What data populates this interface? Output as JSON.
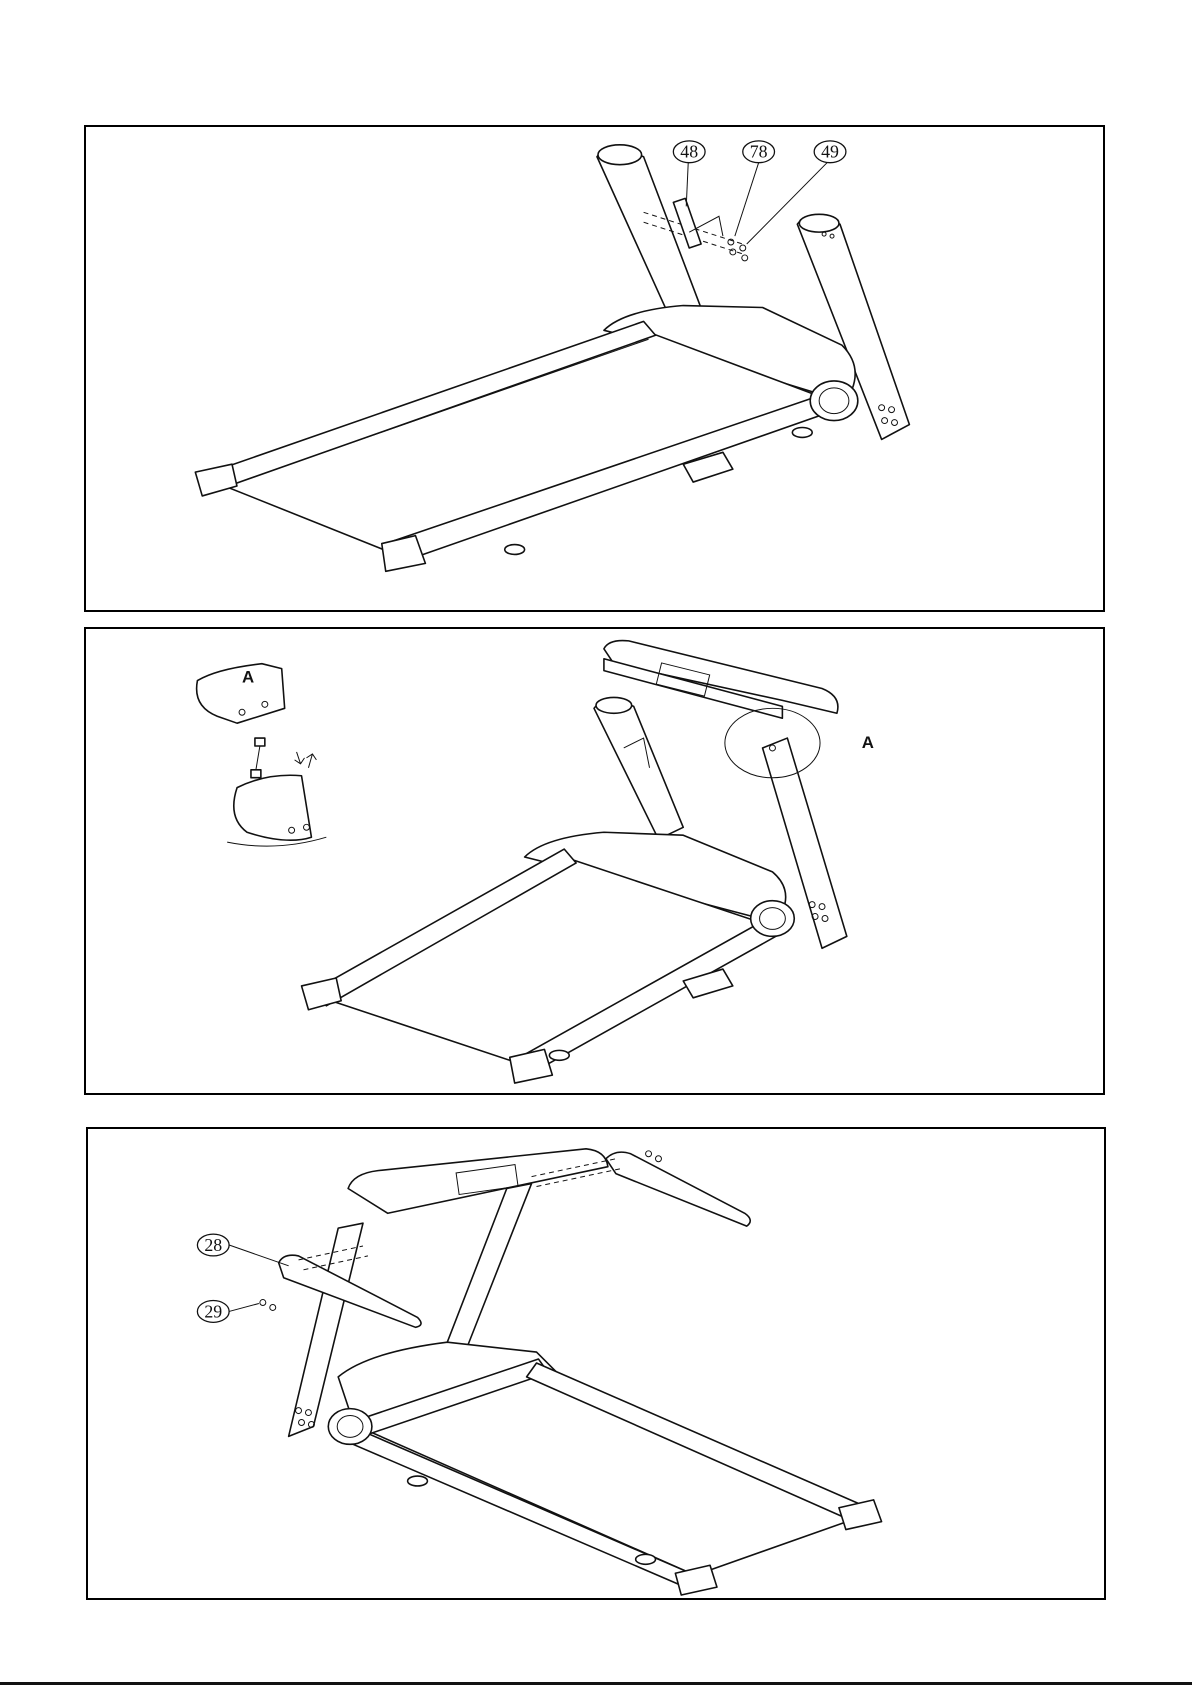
{
  "panels": [
    {
      "id": "step-1",
      "callouts": [
        {
          "label": "48"
        },
        {
          "label": "78"
        },
        {
          "label": "49"
        }
      ]
    },
    {
      "id": "step-2",
      "detail_letters": {
        "left": "A",
        "right": "A"
      }
    },
    {
      "id": "step-3",
      "callouts": [
        {
          "label": "28"
        },
        {
          "label": "29"
        }
      ]
    }
  ]
}
